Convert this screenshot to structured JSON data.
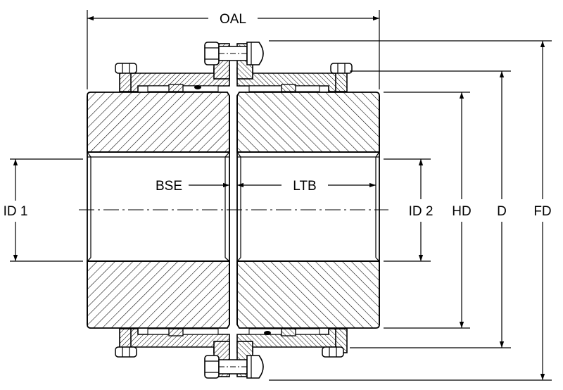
{
  "labels": {
    "oal": "OAL",
    "bse": "BSE",
    "ltb": "LTB",
    "id1": "ID 1",
    "id2": "ID 2",
    "hd": "HD",
    "d": "D",
    "fd": "FD"
  },
  "colors": {
    "line": "#000000",
    "background": "#ffffff"
  }
}
